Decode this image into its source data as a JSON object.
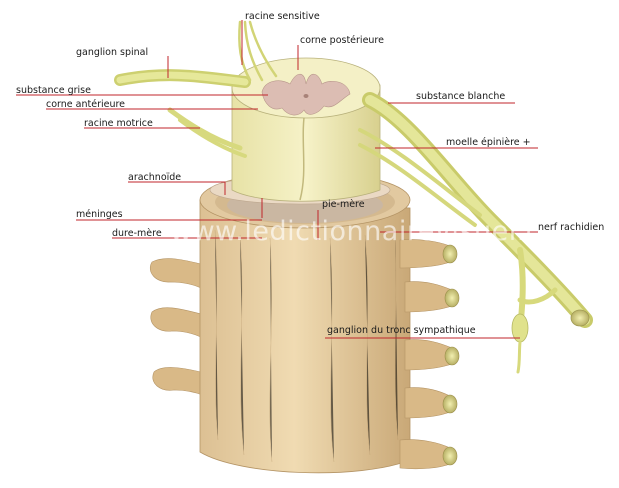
{
  "labels": {
    "racine_sensitive": "racine sensitive",
    "corne_posterieure": "corne postérieure",
    "ganglion_spinal": "ganglion spinal",
    "substance_grise": "substance grise",
    "corne_anterieure": "corne antérieure",
    "racine_motrice": "racine motrice",
    "substance_blanche": "substance blanche",
    "moelle_epiniere": "moelle épinière +",
    "arachnoide": "arachnoïde",
    "pie_mere": "pie-mère",
    "meninges": "méninges",
    "dure_mere": "dure-mère",
    "nerf_rachidien": "nerf rachidien",
    "ganglion_tronc": "ganglion du tronc sympathique"
  },
  "watermark": "www.ledictionnairevisuel.com",
  "colors": {
    "leader_line": "#c0262b",
    "nerve": "#d9dc7e",
    "dura": "#e9d2a6",
    "white_matter": "#f1eec0",
    "grey_matter": "#d9b8b0"
  }
}
